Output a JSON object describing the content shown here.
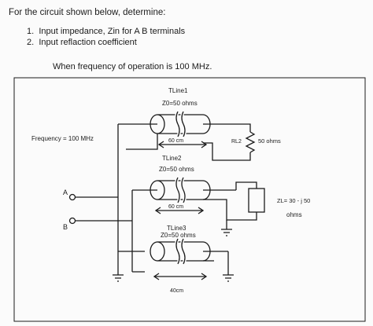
{
  "intro": "For the circuit shown below, determine:",
  "questions": [
    {
      "num": "1.",
      "text": "Input impedance, Zin for A B terminals"
    },
    {
      "num": "2.",
      "text": "Input reflaction coefficient"
    }
  ],
  "frequency_note": "When frequency of operation is 100 MHz.",
  "circuit": {
    "source_label": "Frequency = 100 MHz",
    "terminal_a": "A",
    "terminal_b": "B",
    "tline1": {
      "name": "TLine1",
      "z0": "Z0=50 ohms",
      "length": "60 cm"
    },
    "tline2": {
      "name": "TLine2",
      "z0": "Z0=50 ohms",
      "length": "60 cm"
    },
    "tline3": {
      "name": "TLine3",
      "z0": "Z0=50 ohms",
      "length": "40cm"
    },
    "load1": {
      "name": "RL2",
      "value": "50 ohms"
    },
    "load2": {
      "value": "ZL= 30 - j 50",
      "unit": "ohms"
    }
  }
}
